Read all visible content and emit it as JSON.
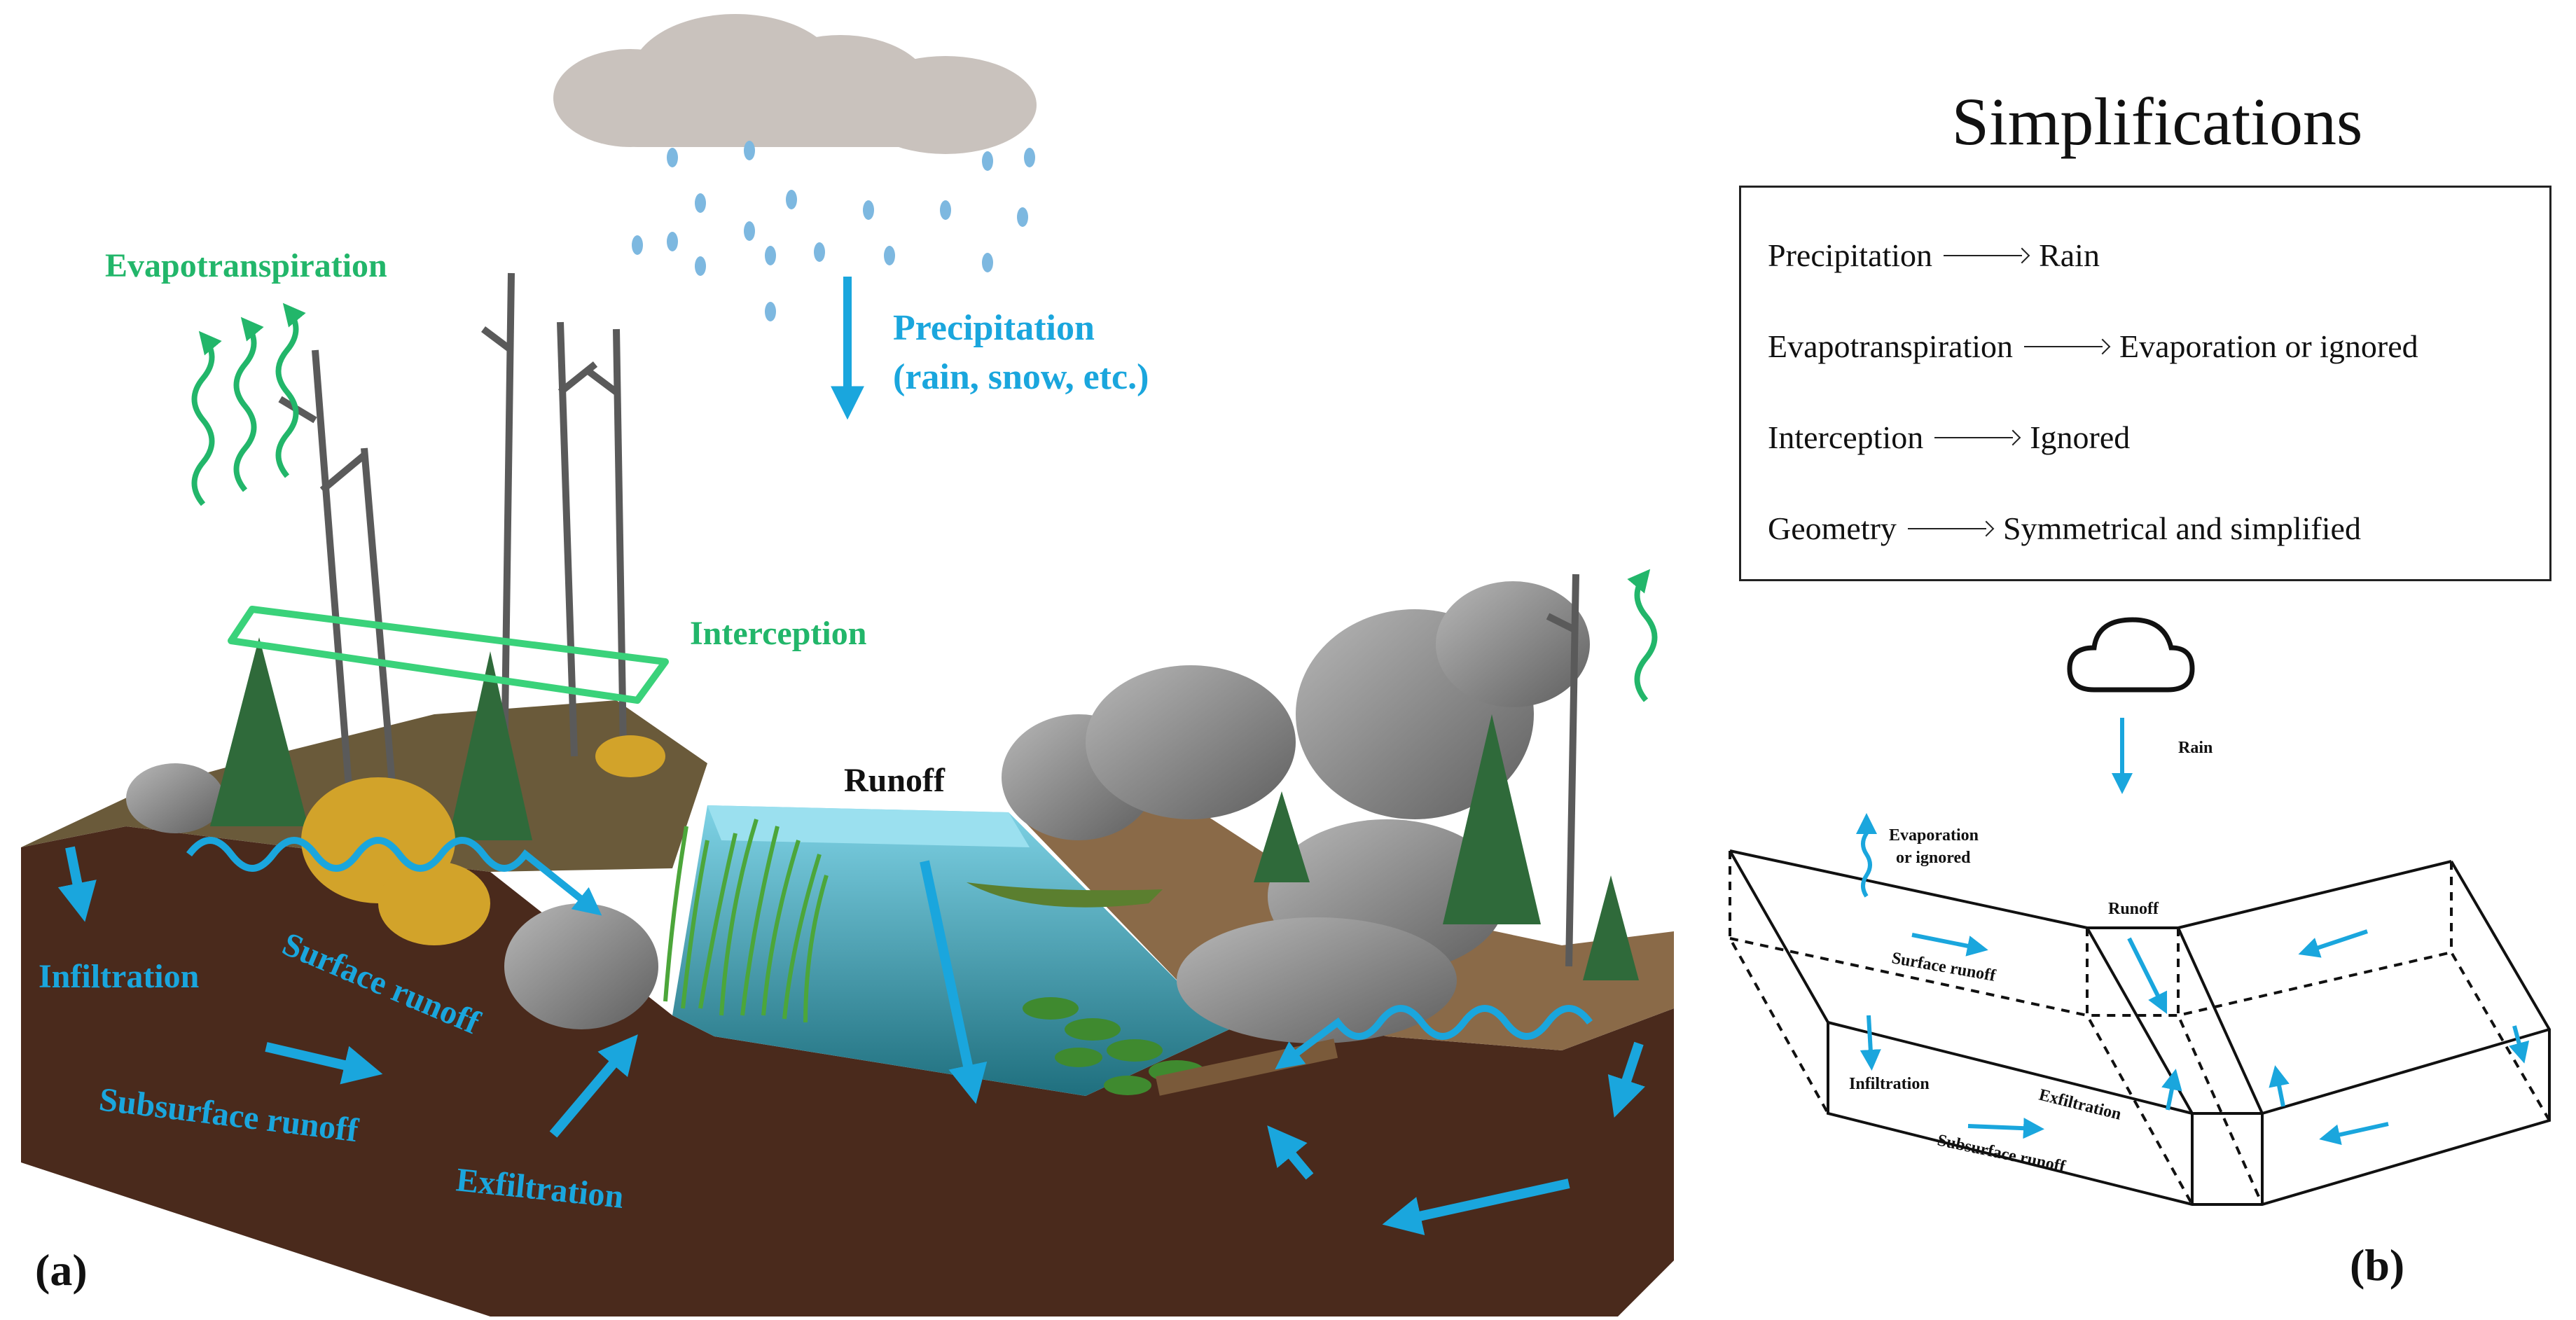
{
  "panel_a": {
    "tag": "(a)",
    "labels": {
      "evapotranspiration": "Evapotranspiration",
      "precipitation_line1": "Precipitation",
      "precipitation_line2": "(rain, snow, etc.)",
      "interception": "Interception",
      "runoff": "Runoff",
      "infiltration": "Infiltration",
      "surface_runoff": "Surface runoff",
      "subsurface_runoff": "Subsurface runoff",
      "exfiltration": "Exfiltration"
    },
    "colors": {
      "water_label": "#1aa6dd",
      "vegetation_label": "#22b66a",
      "soil": "#4a2a1c",
      "water": "#2f8c9c",
      "grass": "#5b8a3a",
      "rock": "#8a8a8a",
      "tree": "#2f6a3a"
    }
  },
  "panel_b": {
    "tag": "(b)",
    "title": "Simplifications",
    "rules": [
      {
        "from": "Precipitation",
        "to": "Rain"
      },
      {
        "from": "Evapotranspiration",
        "to": "Evaporation or ignored"
      },
      {
        "from": "Interception",
        "to": "Ignored"
      },
      {
        "from": "Geometry",
        "to": "Symmetrical and simplified"
      }
    ],
    "labels": {
      "rain": "Rain",
      "evaporation_line1": "Evaporation",
      "evaporation_line2": "or ignored",
      "runoff": "Runoff",
      "surface_runoff": "Surface runoff",
      "infiltration": "Infiltration",
      "exfiltration": "Exfiltration",
      "subsurface_runoff": "Subsurface runoff"
    },
    "icons": [
      "cloud-icon"
    ]
  }
}
